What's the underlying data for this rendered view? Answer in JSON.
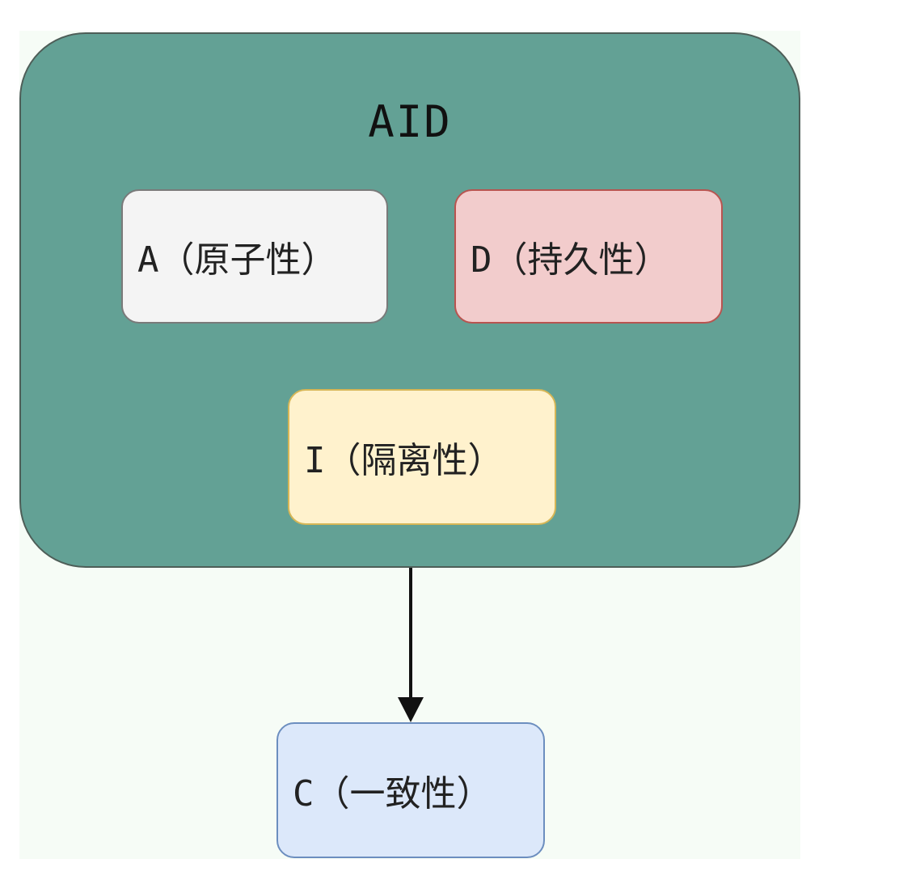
{
  "diagram": {
    "container": {
      "title": "AID"
    },
    "nodes": {
      "a": {
        "label": "A（原子性）"
      },
      "d": {
        "label": "D（持久性）"
      },
      "i": {
        "label": "I（隔离性）"
      },
      "c": {
        "label": "C（一致性）"
      }
    },
    "edges": [
      {
        "from": "container",
        "to": "c"
      }
    ]
  },
  "colors": {
    "container_fill": "#63a195",
    "node_a_fill": "#f4f4f4",
    "node_d_fill": "#f2cccc",
    "node_i_fill": "#fff2cd",
    "node_c_fill": "#dce8fa",
    "background": "#f6fcf6"
  }
}
